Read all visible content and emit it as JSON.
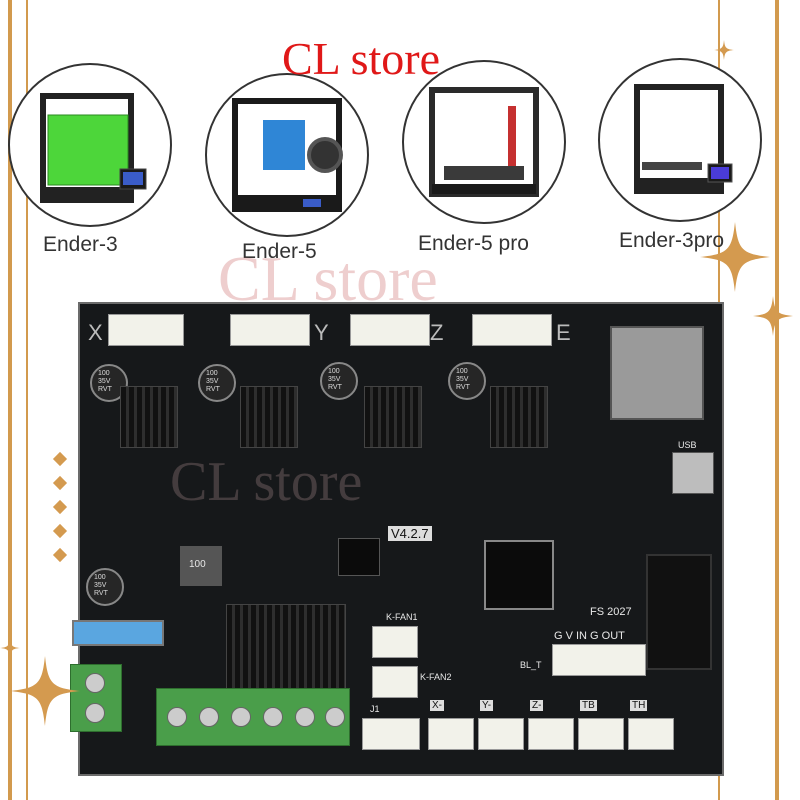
{
  "watermark": {
    "top": "CL store",
    "middle": "CL store",
    "bottom": "CL store"
  },
  "printers": [
    {
      "label": "Ender-3"
    },
    {
      "label": "Ender-5"
    },
    {
      "label": "Ender-5 pro"
    },
    {
      "label": "Ender-3pro"
    }
  ],
  "board": {
    "axis_x": "X",
    "axis_y": "Y",
    "axis_z": "Z",
    "axis_e": "E",
    "version": "V4.2.7",
    "fs_code": "FS 2027",
    "bl_header": "G V IN G OUT",
    "bl_label": "BL_T",
    "usb_label": "USB",
    "fan1": "K-FAN1",
    "fan2": "K-FAN2",
    "endstops": [
      "X-",
      "Y-",
      "Z-",
      "TB",
      "TH"
    ],
    "cap_text": "100\n35V\nRVT",
    "inductor_text": "100",
    "j1": "J1"
  },
  "colors": {
    "accent": "#d29a4e",
    "watermark_red": "#e01818",
    "pcb": "#16181a",
    "terminal_green": "#4a9e4a"
  }
}
